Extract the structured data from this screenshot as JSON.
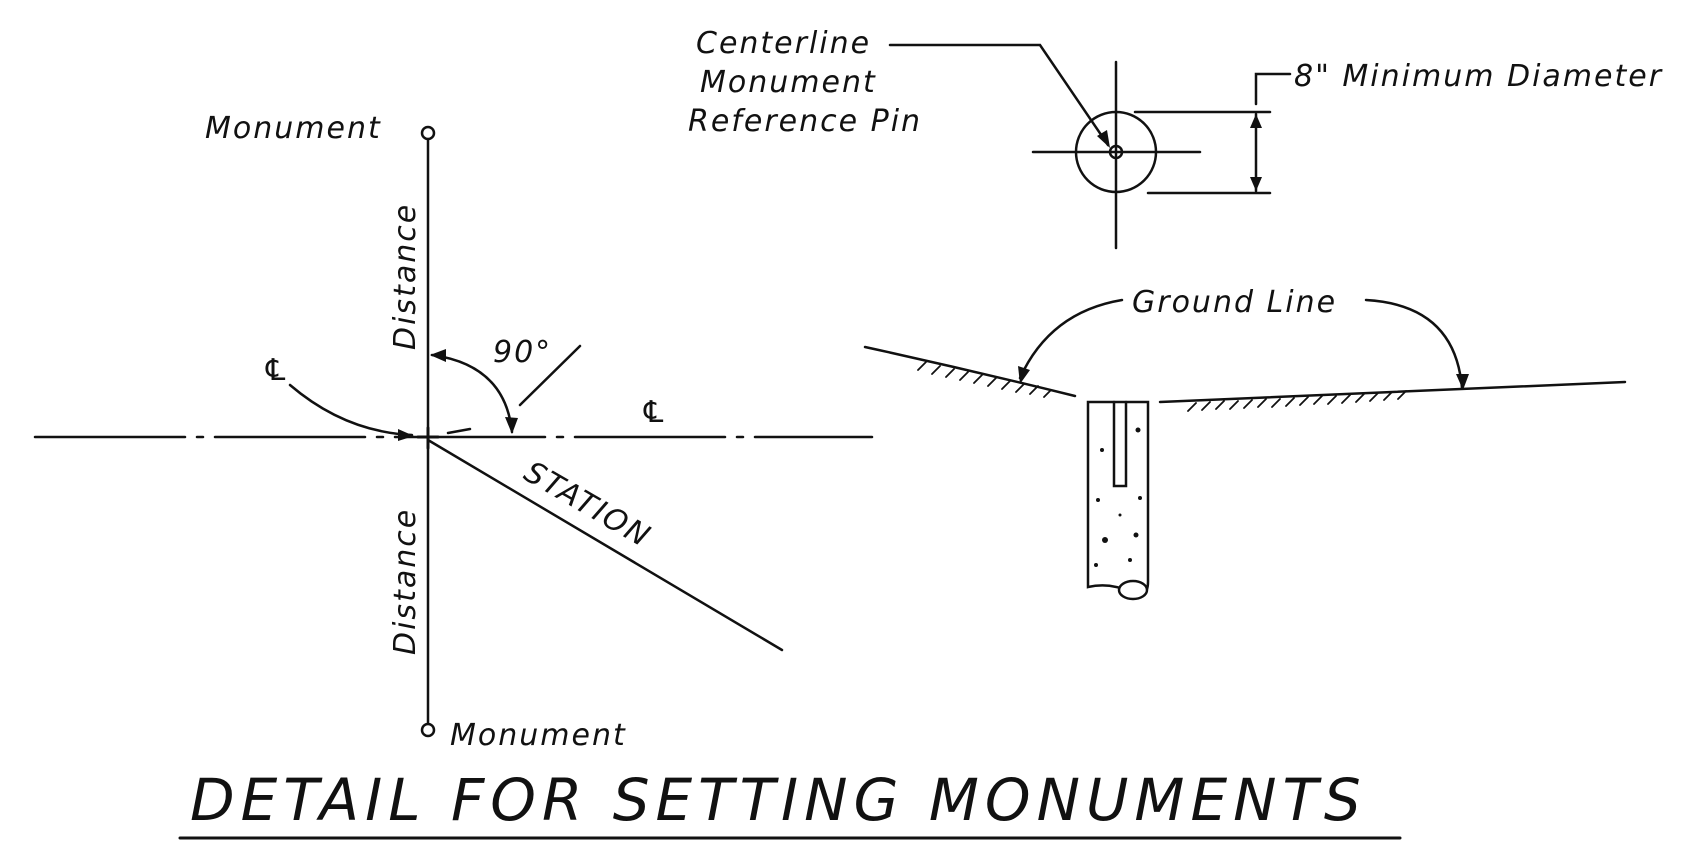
{
  "labels": {
    "monument_top": "Monument",
    "monument_bottom": "Monument",
    "distance_upper": "Distance",
    "distance_lower": "Distance",
    "angle": "90°",
    "centerline_symbol_left": "℄",
    "centerline_symbol_right": "℄",
    "station": "STATION",
    "pin_callout_line1": "Centerline",
    "pin_callout_line2": "Monument",
    "pin_callout_line3": "Reference Pin",
    "diameter": "8\" Minimum Diameter",
    "ground_line": "Ground Line"
  },
  "title": "DETAIL FOR SETTING MONUMENTS",
  "colors": {
    "ink": "#111111",
    "paper": "#ffffff"
  }
}
